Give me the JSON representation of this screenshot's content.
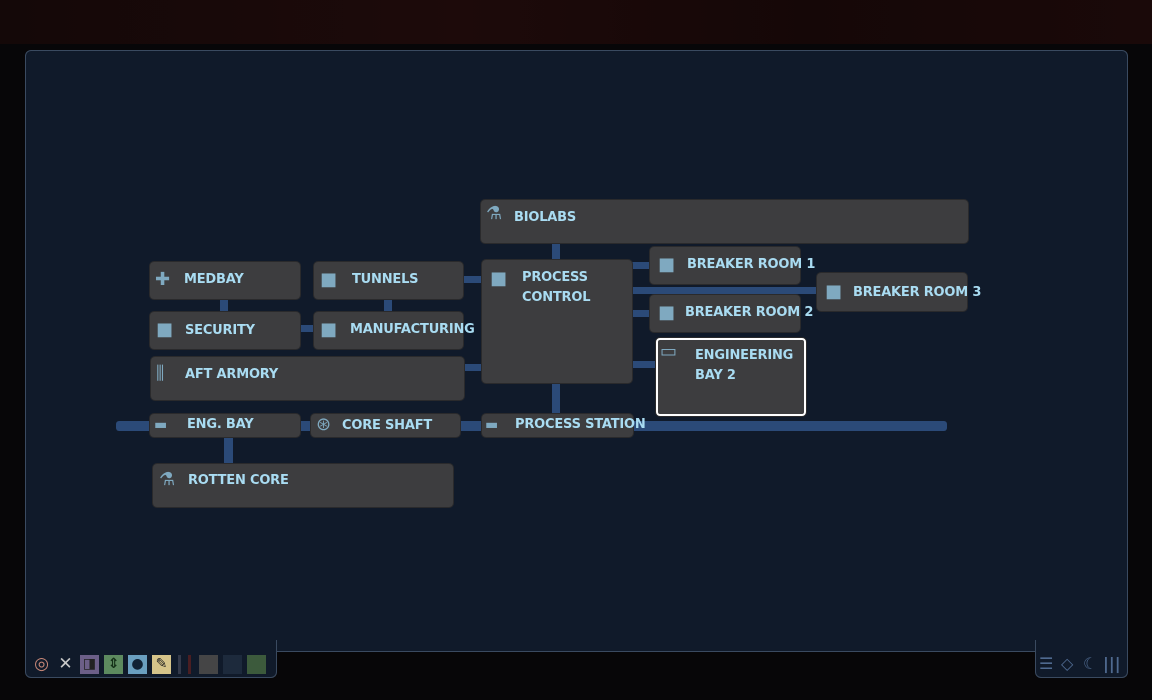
{
  "map": {
    "rooms": [
      {
        "name": "BIOLABS",
        "icon": "flask-icon"
      },
      {
        "name": "MEDBAY",
        "icon": "medical-cross-icon"
      },
      {
        "name": "TUNNELS",
        "icon": "machine-icon"
      },
      {
        "name": "SECURITY",
        "icon": "machine-icon"
      },
      {
        "name": "MANUFACTURING",
        "icon": "machine-icon"
      },
      {
        "name": "AFT ARMORY",
        "icon": "missiles-icon"
      },
      {
        "name": "PROCESS\nCONTROL",
        "icon": "machine-icon"
      },
      {
        "name": "BREAKER ROOM 1",
        "icon": "machine-icon"
      },
      {
        "name": "BREAKER ROOM 2",
        "icon": "machine-icon"
      },
      {
        "name": "BREAKER ROOM 3",
        "icon": "machine-icon"
      },
      {
        "name": "ENGINEERING\nBAY 2",
        "icon": "bay-icon",
        "selected": true
      },
      {
        "name": "ENG. BAY",
        "icon": "tram-icon"
      },
      {
        "name": "CORE SHAFT",
        "icon": "dial-icon"
      },
      {
        "name": "PROCESS STATION",
        "icon": "tram-icon"
      },
      {
        "name": "ROTTEN CORE",
        "icon": "flask-icon"
      }
    ]
  },
  "toolbar_left": [
    "target-icon",
    "close-icon",
    "door-icon",
    "elevator-icon",
    "ring-icon",
    "wrench-icon"
  ],
  "toolbar_right": [
    "menu-icon",
    "diamond-icon",
    "moon-icon",
    "bars-icon"
  ],
  "colors": {
    "panel": "#101a2a",
    "room": "#3d3d3f",
    "link": "#2b4a78",
    "label": "#a9dcf2"
  }
}
